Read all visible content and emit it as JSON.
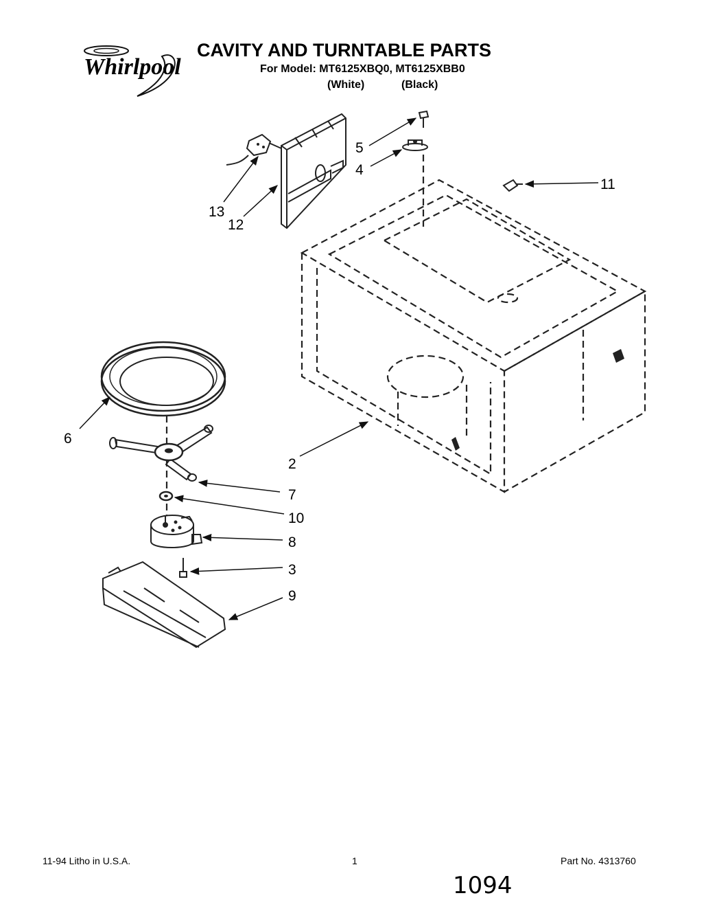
{
  "header": {
    "brand": "Whirlpool",
    "title": "CAVITY AND TURNTABLE PARTS",
    "model_line": "For Model: MT6125XBQ0, MT6125XBB0",
    "color_white": "(White)",
    "color_black": "(Black)"
  },
  "callouts": {
    "c2": "2",
    "c3": "3",
    "c4": "4",
    "c5": "5",
    "c6": "6",
    "c7": "7",
    "c8": "8",
    "c9": "9",
    "c10": "10",
    "c11": "11",
    "c12": "12",
    "c13": "13"
  },
  "footer": {
    "date_litho": "11-94  Litho in U.S.A.",
    "page_number": "1",
    "part_number": "Part No. 4313760",
    "handwritten": "1094"
  }
}
